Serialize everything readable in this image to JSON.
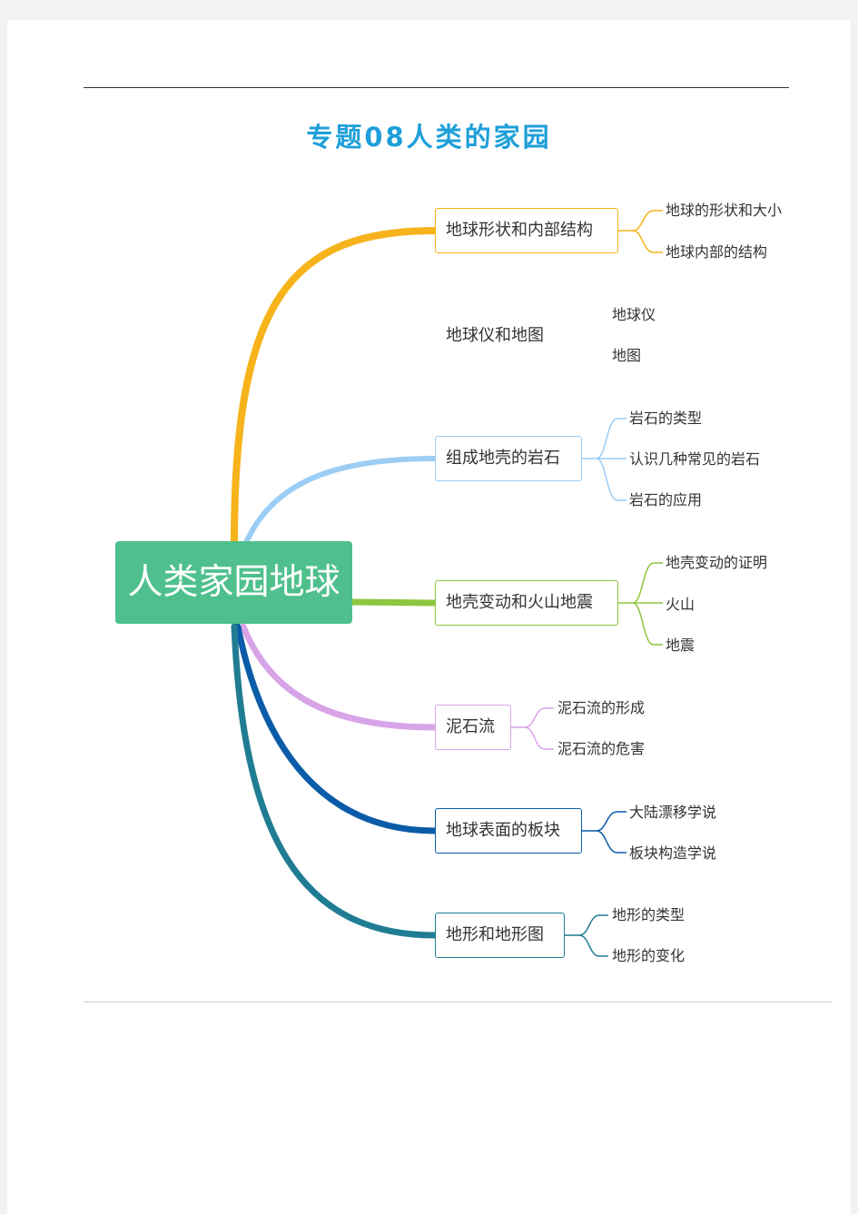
{
  "document": {
    "title": "专题08人类的家园"
  },
  "mindmap": {
    "root": "人类家园地球",
    "branches": [
      {
        "label": "地球形状和内部结构",
        "color": "#f7b31b",
        "children": [
          "地球的形状和大小",
          "地球内部的结构"
        ]
      },
      {
        "label": "地球仪和地图",
        "color": "",
        "children": [
          "地球仪",
          "地图"
        ]
      },
      {
        "label": "组成地壳的岩石",
        "color": "#9ccdf4",
        "children": [
          "岩石的类型",
          "认识几种常见的岩石",
          "岩石的应用"
        ]
      },
      {
        "label": "地壳变动和火山地震",
        "color": "#8dc63f",
        "children": [
          "地壳变动的证明",
          "火山",
          "地震"
        ]
      },
      {
        "label": "泥石流",
        "color": "#d8a4e8",
        "children": [
          "泥石流的形成",
          "泥石流的危害"
        ]
      },
      {
        "label": "地球表面的板块",
        "color": "#0b5ca8",
        "children": [
          "大陆漂移学说",
          "板块构造学说"
        ]
      },
      {
        "label": "地形和地形图",
        "color": "#1f7c93",
        "children": [
          "地形的类型",
          "地形的变化"
        ]
      }
    ]
  }
}
